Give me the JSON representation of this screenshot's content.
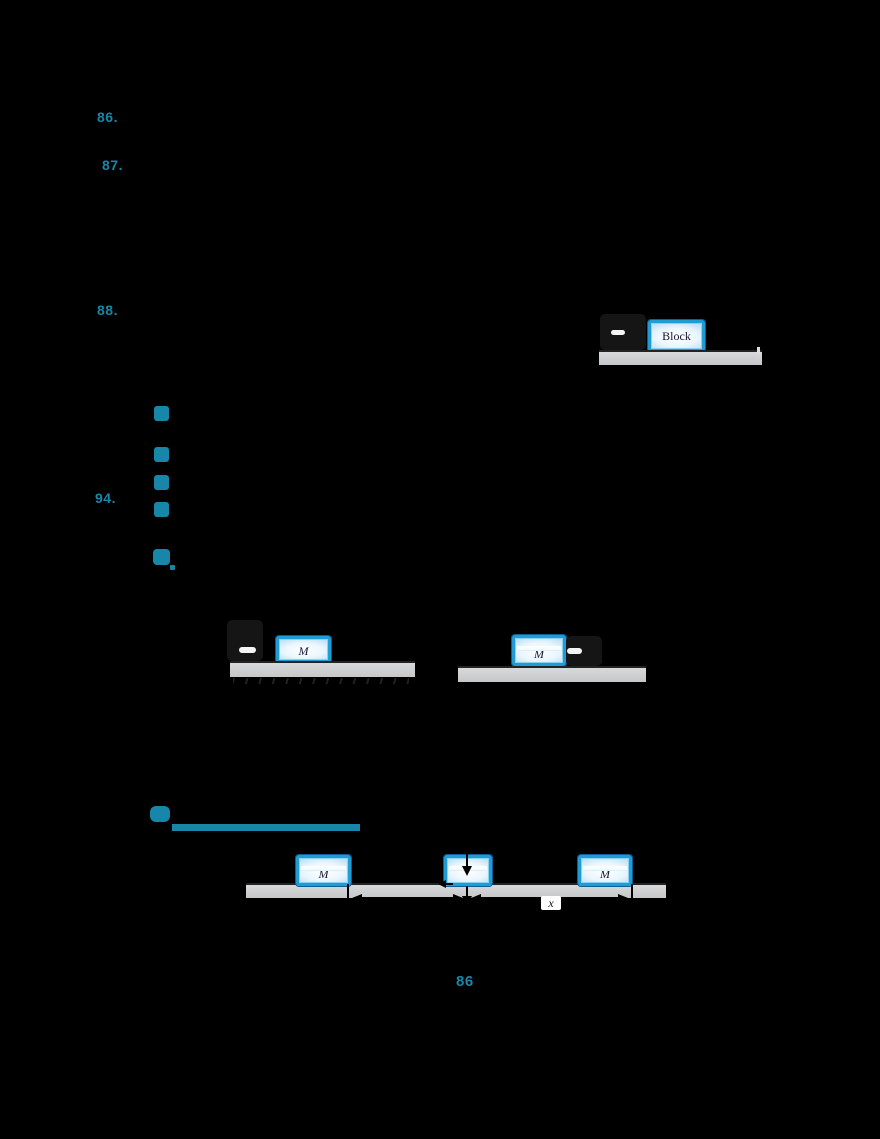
{
  "page": {
    "background": "#000000",
    "page_number": "86"
  },
  "palette": {
    "teal_accent": "#1886a8",
    "block_border_blue": "#1f9cd6",
    "block_fill_light": "#eaf6fd",
    "surface_gray": "#c9cacc",
    "hand_silhouette": "#151515",
    "highlight_white": "#f4f4f4"
  },
  "problems": {
    "p1": "86.",
    "p2": "87.",
    "p3": "88.",
    "p4": "94."
  },
  "figures": {
    "block_figure": {
      "block_label": "Block"
    },
    "pair_left": {
      "block_label": "M"
    },
    "pair_right": {
      "block_label": "M"
    },
    "three_block": {
      "left_label": "M",
      "right_label": "M",
      "distance_label": "x"
    }
  }
}
